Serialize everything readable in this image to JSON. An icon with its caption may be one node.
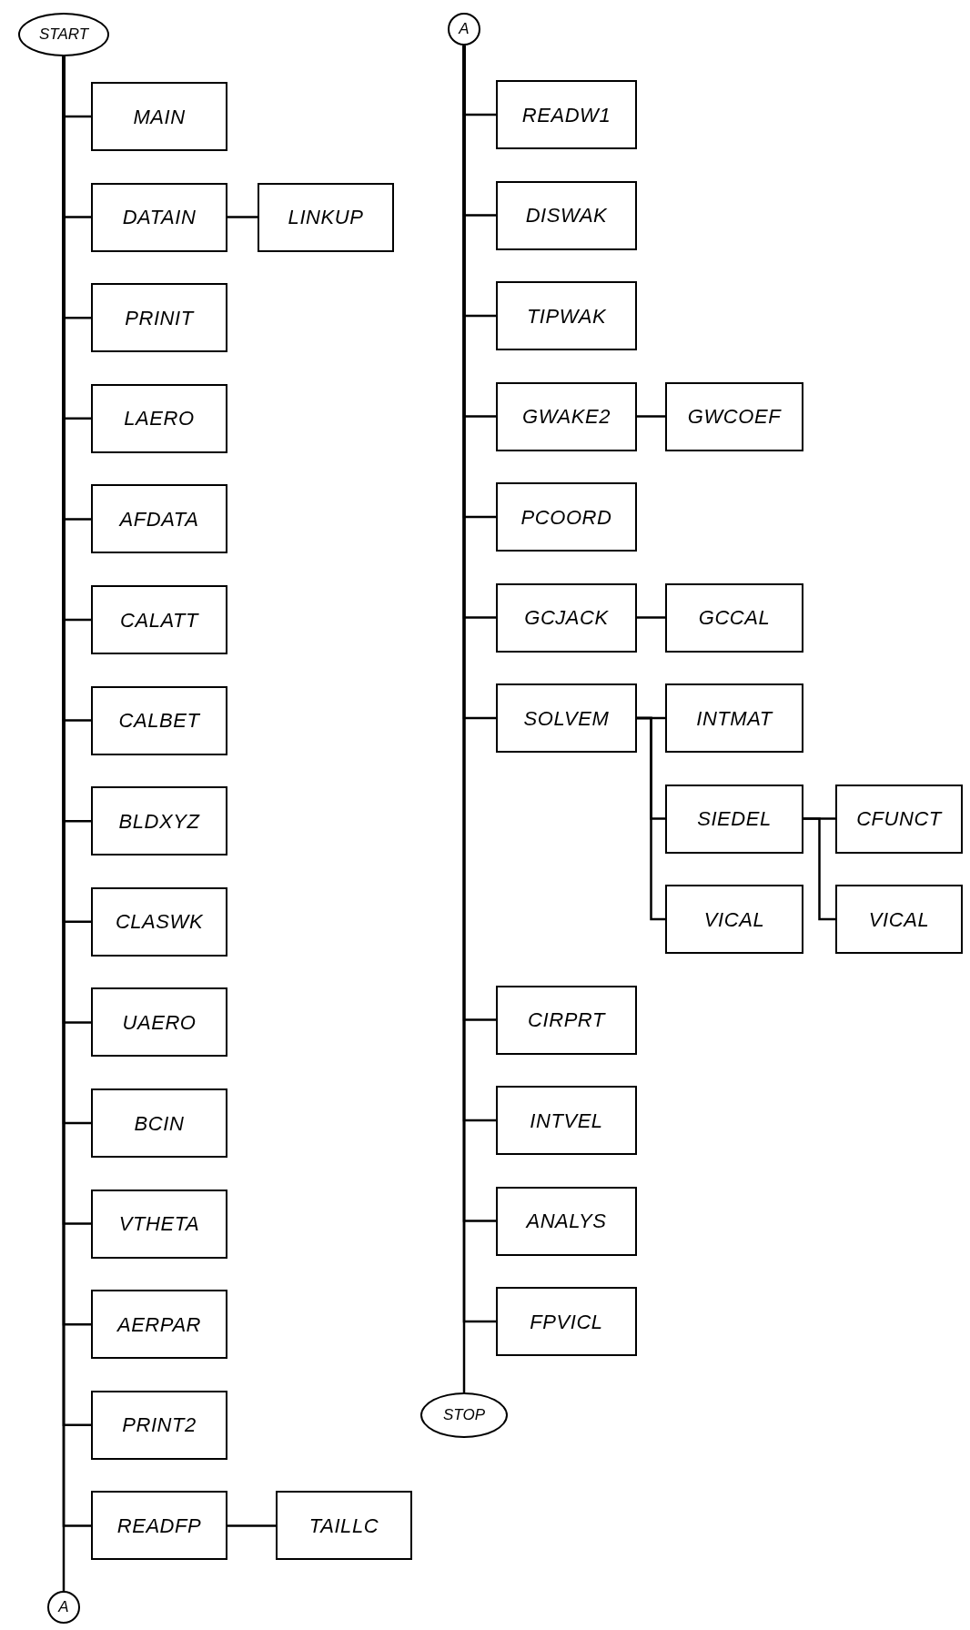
{
  "diagram": {
    "nodes": [
      {
        "text": [
          "START"
        ]
      },
      {
        "text": [
          "MAIN"
        ]
      },
      {
        "text": [
          "DATAIN"
        ]
      },
      {
        "text": [
          "LINKUP"
        ]
      },
      {
        "text": [
          "PRINIT"
        ]
      },
      {
        "text": [
          "LAERO"
        ]
      },
      {
        "text": [
          "AFDATA"
        ]
      },
      {
        "text": [
          "CALATT"
        ]
      },
      {
        "text": [
          "CALBET"
        ]
      },
      {
        "text": [
          "BLDXYZ"
        ]
      },
      {
        "text": [
          "CLASWK"
        ]
      },
      {
        "text": [
          "UAERO"
        ]
      },
      {
        "text": [
          "BCIN"
        ]
      },
      {
        "text": [
          "VTHETA"
        ]
      },
      {
        "text": [
          "AERPAR"
        ]
      },
      {
        "text": [
          "PRINT2"
        ]
      },
      {
        "text": [
          "READFP"
        ]
      },
      {
        "text": [
          "TAILLC"
        ]
      },
      {
        "text": [
          "A"
        ]
      },
      {
        "text": [
          "A"
        ]
      },
      {
        "text": [
          "READW1"
        ]
      },
      {
        "text": [
          "DISWAK"
        ]
      },
      {
        "text": [
          "TIPWAK"
        ]
      },
      {
        "text": [
          "GWAKE2"
        ]
      },
      {
        "text": [
          "GWCOEF"
        ]
      },
      {
        "text": [
          "PCOORD"
        ]
      },
      {
        "text": [
          "GCJACK"
        ]
      },
      {
        "text": [
          "GCCAL"
        ]
      },
      {
        "text": [
          "SOLVEM"
        ]
      },
      {
        "text": [
          "INTMAT"
        ]
      },
      {
        "text": [
          "SIEDEL"
        ]
      },
      {
        "text": [
          "CFUNCT"
        ]
      },
      {
        "text": [
          "VICAL"
        ]
      },
      {
        "text": [
          "VICAL"
        ]
      },
      {
        "text": [
          "CIRPRT"
        ]
      },
      {
        "text": [
          "INTVEL"
        ]
      },
      {
        "text": [
          "ANALYS"
        ]
      },
      {
        "text": [
          "FPVICL"
        ]
      },
      {
        "text": [
          "STOP"
        ]
      }
    ],
    "edges": [
      {
        "from": 0,
        "to": 1,
        "arrow": "none"
      },
      {
        "from": 0,
        "to": 2,
        "arrow": "none"
      },
      {
        "from": 2,
        "to": 3,
        "arrow": "none"
      },
      {
        "from": 0,
        "to": 4,
        "arrow": "none"
      },
      {
        "from": 0,
        "to": 5,
        "arrow": "none"
      },
      {
        "from": 0,
        "to": 6,
        "arrow": "none"
      },
      {
        "from": 0,
        "to": 7,
        "arrow": "none"
      },
      {
        "from": 0,
        "to": 8,
        "arrow": "none"
      },
      {
        "from": 0,
        "to": 9,
        "arrow": "none"
      },
      {
        "from": 0,
        "to": 10,
        "arrow": "none"
      },
      {
        "from": 0,
        "to": 11,
        "arrow": "none"
      },
      {
        "from": 0,
        "to": 12,
        "arrow": "none"
      },
      {
        "from": 0,
        "to": 13,
        "arrow": "none"
      },
      {
        "from": 0,
        "to": 14,
        "arrow": "none"
      },
      {
        "from": 0,
        "to": 15,
        "arrow": "none"
      },
      {
        "from": 0,
        "to": 16,
        "arrow": "none"
      },
      {
        "from": 16,
        "to": 17,
        "arrow": "none"
      },
      {
        "from": 0,
        "to": 18,
        "arrow": "none"
      },
      {
        "from": 19,
        "to": 20,
        "arrow": "none"
      },
      {
        "from": 19,
        "to": 21,
        "arrow": "none"
      },
      {
        "from": 19,
        "to": 22,
        "arrow": "none"
      },
      {
        "from": 19,
        "to": 23,
        "arrow": "none"
      },
      {
        "from": 23,
        "to": 24,
        "arrow": "none"
      },
      {
        "from": 19,
        "to": 25,
        "arrow": "none"
      },
      {
        "from": 19,
        "to": 26,
        "arrow": "none"
      },
      {
        "from": 26,
        "to": 27,
        "arrow": "none"
      },
      {
        "from": 19,
        "to": 28,
        "arrow": "none"
      },
      {
        "from": 28,
        "to": 29,
        "arrow": "none"
      },
      {
        "from": 28,
        "to": 30,
        "arrow": "none"
      },
      {
        "from": 30,
        "to": 31,
        "arrow": "none"
      },
      {
        "from": 30,
        "to": 33,
        "arrow": "none"
      },
      {
        "from": 28,
        "to": 32,
        "arrow": "none"
      },
      {
        "from": 19,
        "to": 34,
        "arrow": "none"
      },
      {
        "from": 19,
        "to": 35,
        "arrow": "none"
      },
      {
        "from": 19,
        "to": 36,
        "arrow": "none"
      },
      {
        "from": 19,
        "to": 37,
        "arrow": "none"
      },
      {
        "from": 19,
        "to": 38,
        "arrow": "none"
      }
    ]
  }
}
